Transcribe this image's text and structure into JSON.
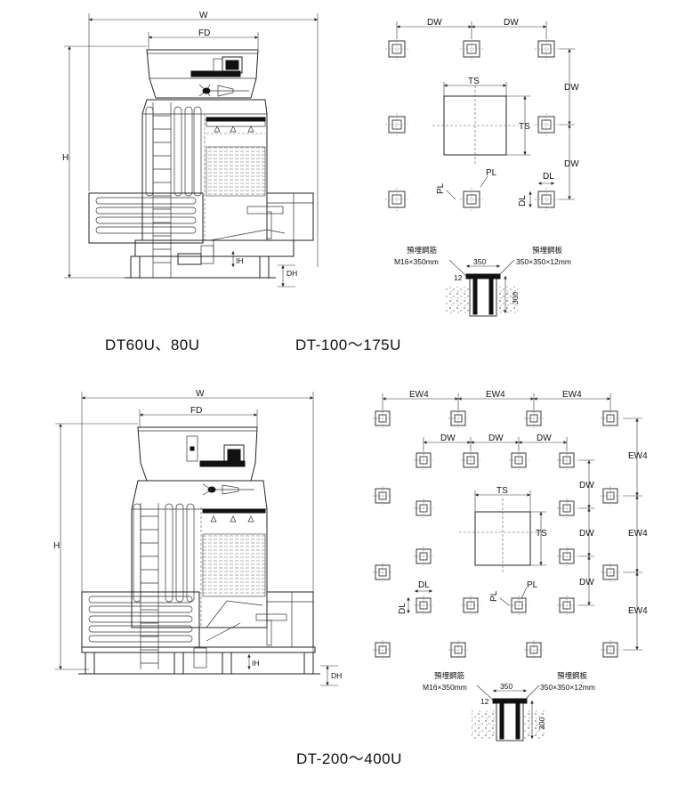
{
  "top_elevation": {
    "w": "W",
    "fd": "FD",
    "h": "H",
    "ih": "IH",
    "dh": "DH"
  },
  "bottom_elevation": {
    "w": "W",
    "fd": "FD",
    "h": "H",
    "ih": "IH",
    "dh": "DH"
  },
  "top_plan": {
    "dw1": "DW",
    "dw2": "DW",
    "dw_r1": "DW",
    "dw_r2": "DW",
    "ts_top": "TS",
    "ts_right": "TS",
    "pl_top": "PL",
    "pl_left": "PL",
    "dl_top": "DL",
    "dl_left": "DL"
  },
  "bottom_plan": {
    "ew4_1": "EW4",
    "ew4_2": "EW4",
    "ew4_3": "EW4",
    "ew4_r1": "EW4",
    "ew4_r2": "EW4",
    "ew4_r3": "EW4",
    "dw1": "DW",
    "dw2": "DW",
    "dw3": "DW",
    "dw_r1": "DW",
    "dw_r2": "DW",
    "dw_r3": "DW",
    "ts_top": "TS",
    "ts_right": "TS",
    "pl_top": "PL",
    "pl_left": "PL",
    "dl_top": "DL",
    "dl_left": "DL"
  },
  "top_foundation": {
    "rebar_label": "預埋鋼筋",
    "rebar_spec": "M16×350mm",
    "plate_label": "預埋鋼板",
    "plate_spec": "350×350×12mm",
    "width": "350",
    "thickness": "12",
    "depth": "300"
  },
  "bottom_foundation": {
    "rebar_label": "預埋鋼筋",
    "rebar_spec": "M16×350mm",
    "plate_label": "預埋鋼板",
    "plate_spec": "350×350×12mm",
    "width": "350",
    "thickness": "12",
    "depth": "300"
  },
  "captions": {
    "model_a": "DT60U、80U",
    "model_b": "DT-100～175U",
    "model_c": "DT-200～400U"
  }
}
